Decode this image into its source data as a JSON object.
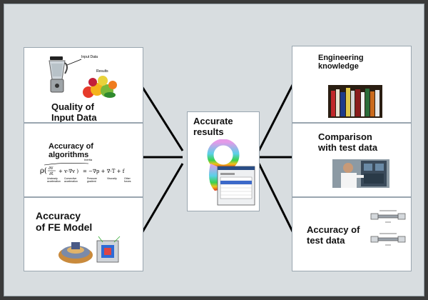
{
  "center": {
    "title_line1": "Accurate",
    "title_line2": "results"
  },
  "left_cards": [
    {
      "title_line1": "Quality of",
      "title_line2": "Input Data",
      "image_labels": {
        "input_label": "Input Data",
        "result_label": "Results"
      }
    },
    {
      "title_line1": "Accuracy of",
      "title_line2": "algorithms",
      "equation": {
        "inertia_label": "Inertia",
        "terms": [
          "Unsteady acceleration",
          "Convective acceleration",
          "Pressure gradient",
          "Viscosity",
          "Other forces"
        ]
      }
    },
    {
      "title_line1": "Accuracy",
      "title_line2": "of FE Model"
    }
  ],
  "right_cards": [
    {
      "title_line1": "Engineering",
      "title_line2": "knowledge"
    },
    {
      "title_line1": "Comparison",
      "title_line2": "with test data"
    },
    {
      "title_line1": "Accuracy of",
      "title_line2": "test data"
    }
  ],
  "colors": {
    "background": "#d8dde0",
    "frame": "#3a3a3a",
    "card": "#ffffff",
    "connector": "#000000"
  },
  "icons": [
    "blender-icon",
    "fruit-icon",
    "equation-image",
    "fe-model-image",
    "books-image",
    "engineer-test-image",
    "test-diagram-image",
    "fea-results-image"
  ]
}
